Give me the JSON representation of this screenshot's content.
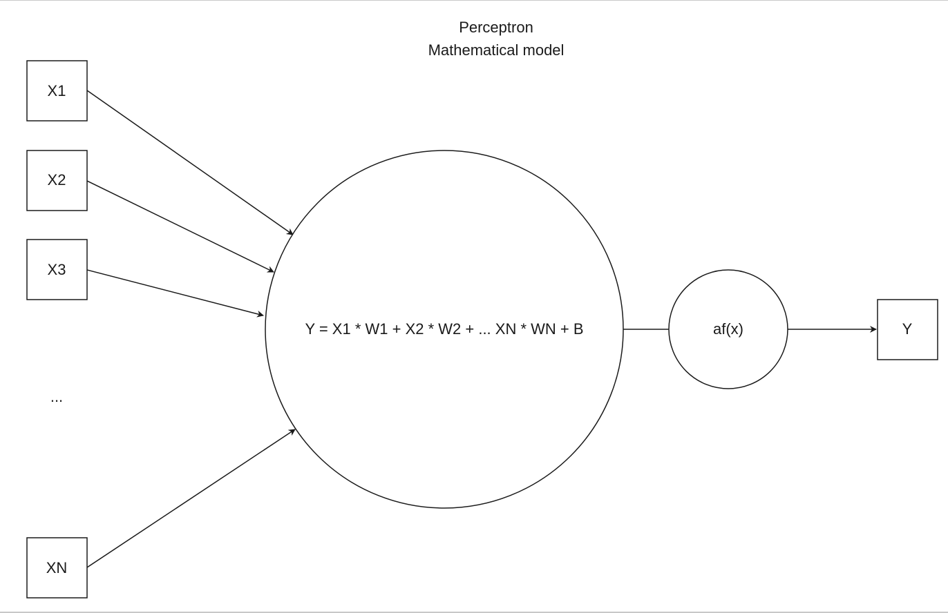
{
  "title": {
    "line1": "Perceptron",
    "line2": "Mathematical model"
  },
  "inputs": [
    {
      "label": "X1"
    },
    {
      "label": "X2"
    },
    {
      "label": "X3"
    },
    {
      "label": "XN"
    }
  ],
  "ellipsis": "...",
  "neuron": {
    "formula": "Y = X1 * W1 + X2 * W2 + ... XN * WN + B"
  },
  "activation": {
    "label": "af(x)"
  },
  "output": {
    "label": "Y"
  },
  "colors": {
    "stroke": "#1a1a1a",
    "background": "#ffffff"
  }
}
